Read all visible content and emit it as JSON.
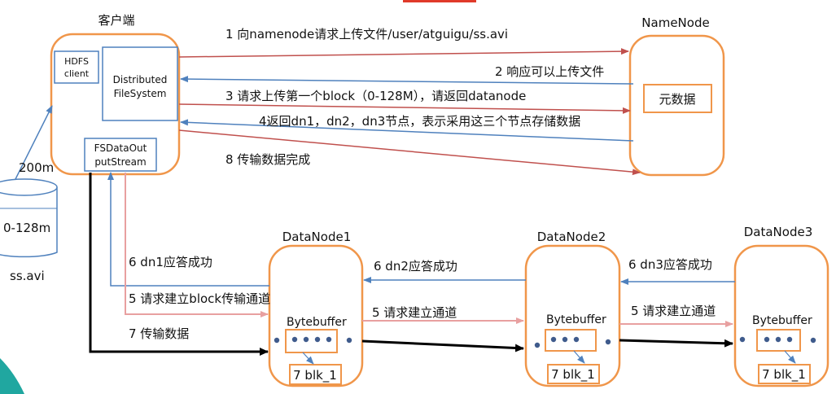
{
  "client": {
    "title": "客户端",
    "hdfs_client": [
      "HDFS",
      "client"
    ],
    "dfs": [
      "Distributed",
      "FileSystem"
    ],
    "fsdos": [
      "FSDataOut",
      "putStream"
    ]
  },
  "namenode": {
    "title": "NameNode",
    "meta": "元数据"
  },
  "file": {
    "size": "200m",
    "block": "0-128m",
    "name": "ss.avi"
  },
  "datanodes": [
    {
      "title": "DataNode1",
      "buffer": "Bytebuffer",
      "blk": "7 blk_1"
    },
    {
      "title": "DataNode2",
      "buffer": "Bytebuffer",
      "blk": "7 blk_1"
    },
    {
      "title": "DataNode3",
      "buffer": "Bytebuffer",
      "blk": "7 blk_1"
    }
  ],
  "messages": {
    "m1": "1 向namenode请求上传文件/user/atguigu/ss.avi",
    "m2": "2 响应可以上传文件",
    "m3": "3 请求上传第一个block（0-128M），请返回datanode",
    "m4": "4返回dn1，dn2，dn3节点，表示采用这三个节点存储数据",
    "m8": "8 传输数据完成",
    "m6_dn1": "6 dn1应答成功",
    "m5_client": "5 请求建立block传输通道",
    "m7": "7 传输数据",
    "m6_dn2": "6 dn2应答成功",
    "m5_dn12": "5 请求建立通道",
    "m6_dn3": "6 dn3应答成功",
    "m5_dn23": "5 请求建立通道"
  },
  "colors": {
    "orange": "#f0964a",
    "red_arrow": "#c0504d",
    "blue_arrow": "#4f81bd",
    "pink_arrow": "#e8a0a0",
    "black": "#000000",
    "teal": "#20a7a0",
    "dot": "#3f5b8c"
  }
}
